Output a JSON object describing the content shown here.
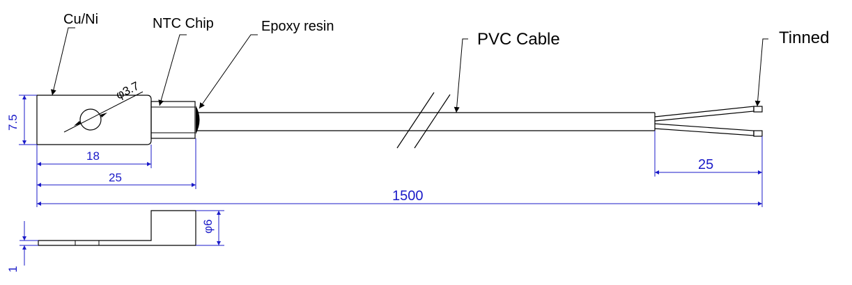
{
  "labels": {
    "cu_ni": "Cu/Ni",
    "ntc_chip": "NTC Chip",
    "epoxy_resin": "Epoxy resin",
    "pvc_cable": "PVC Cable",
    "tinned": "Tinned"
  },
  "dimensions": {
    "hole_diameter": "φ3.7",
    "lug_height": "7.5",
    "lug_length": "18",
    "head_length": "25",
    "total_length": "1500",
    "strip_length": "25",
    "lug_bend_height": "φ6",
    "thickness": "1"
  },
  "colors": {
    "outline": "#000000",
    "dimension": "#1a1ac8"
  }
}
